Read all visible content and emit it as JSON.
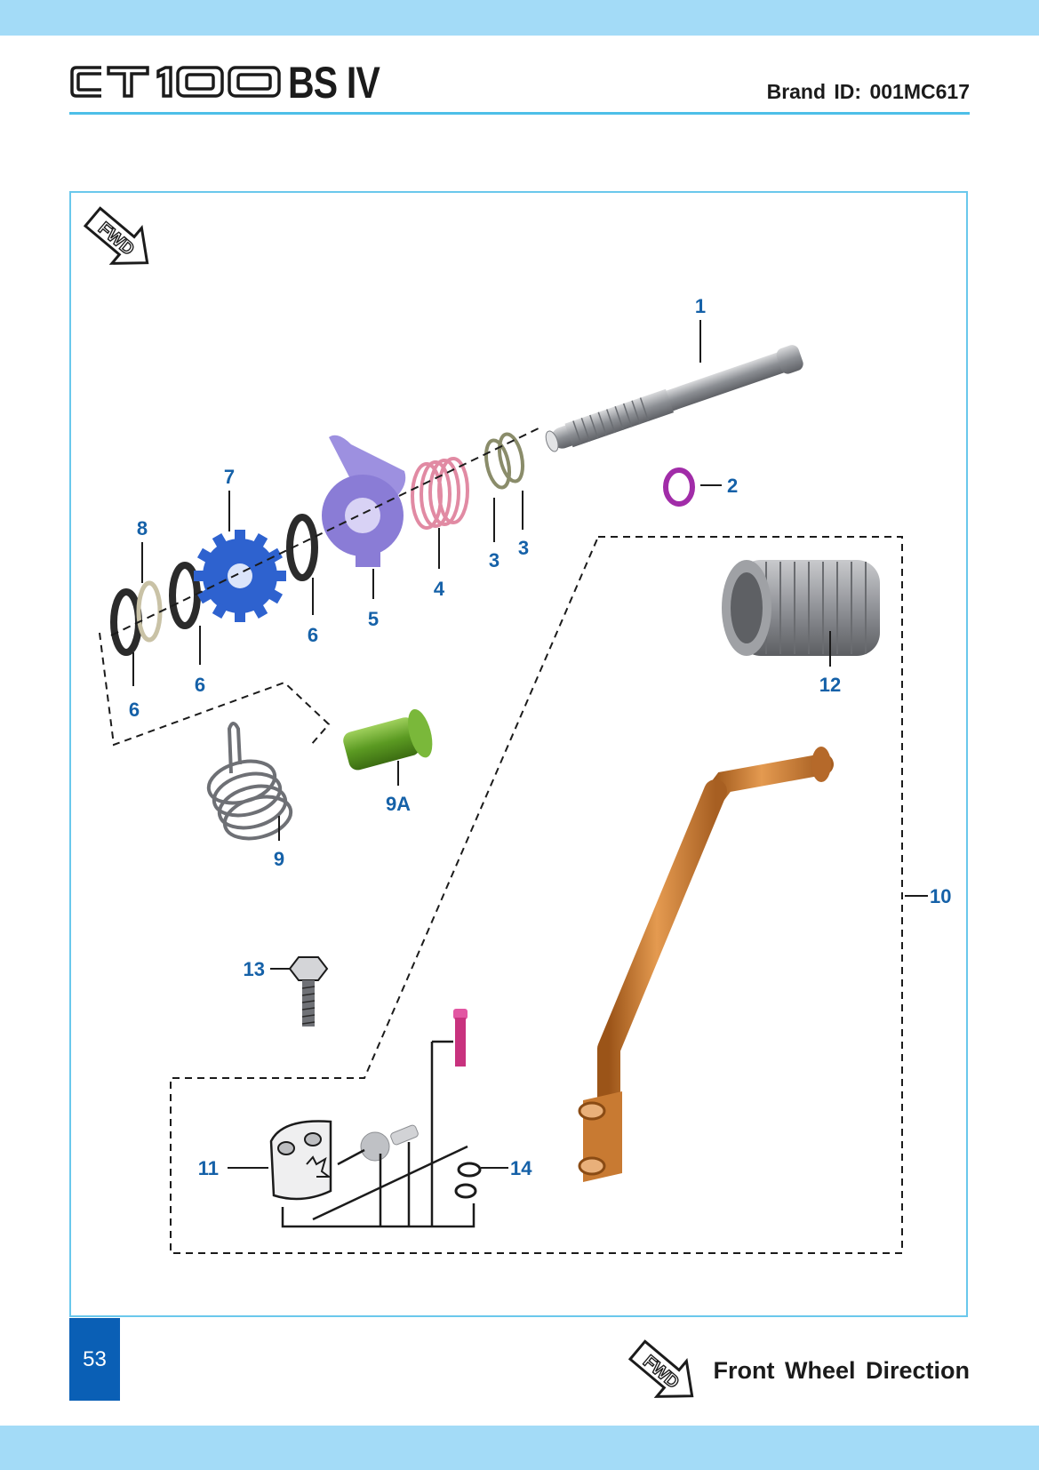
{
  "header": {
    "logo_text": "CT 100",
    "model_suffix": "BS IV",
    "brand_id": "Brand ID: 001MC617"
  },
  "diagram": {
    "fwd_icon_label": "FWD",
    "callouts": [
      "1",
      "2",
      "3",
      "3",
      "4",
      "5",
      "6",
      "6",
      "6",
      "7",
      "8",
      "9",
      "9A",
      "10",
      "11",
      "12",
      "13",
      "14"
    ]
  },
  "footer": {
    "page_number": "53",
    "fwd_icon_label": "FWD",
    "legend_text": "Front Wheel Direction"
  },
  "colors": {
    "band": "#a3dbf7",
    "rule": "#4dbfe8",
    "frame": "#6ac8ec",
    "callout": "#1561a8",
    "page_box": "#0a5fb5",
    "shaft": "#8c8f94",
    "oring": "#a12ca8",
    "spring_pink": "#e7a3b6",
    "gear": "#2e62cf",
    "ratchet": "#8a7cd6",
    "bush": "#5b9a22",
    "lever": "#c87a32",
    "pin": "#c8327e",
    "grip": "#8b8d92"
  }
}
